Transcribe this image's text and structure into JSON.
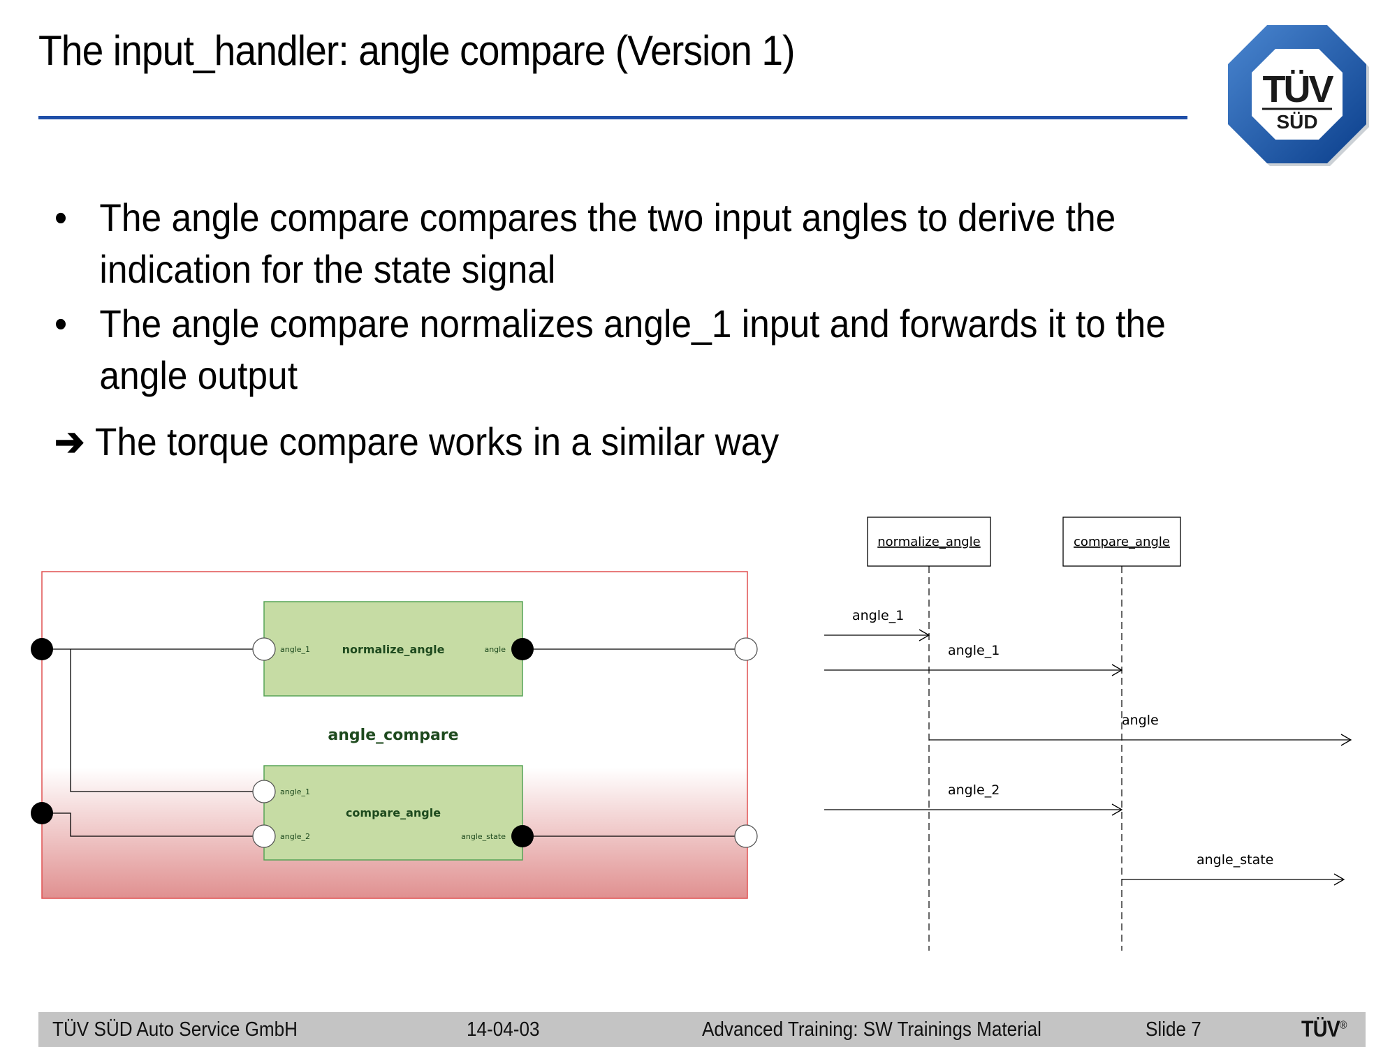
{
  "slide": {
    "title": "The input_handler: angle compare (Version 1)",
    "bullets": [
      "The angle compare compares the two input angles to derive the indication for the state signal",
      "The angle compare normalizes angle_1 input and forwards it to the angle output"
    ],
    "conclusion": "The torque compare works in a similar way"
  },
  "logo": {
    "line1": "TÜV",
    "line2": "SÜD"
  },
  "block_diagram": {
    "container_label": "angle_compare",
    "normalize_block": {
      "label": "normalize_angle",
      "in_port": "angle_1",
      "out_port": "angle"
    },
    "compare_block": {
      "label": "compare_angle",
      "in_port_1": "angle_1",
      "in_port_2": "angle_2",
      "out_port": "angle_state"
    }
  },
  "sequence_diagram": {
    "lifelines": [
      "normalize_angle",
      "compare_angle"
    ],
    "messages": {
      "m1": "angle_1",
      "m2": "angle_1",
      "m3": "angle",
      "m4": "angle_2",
      "m5": "angle_state"
    }
  },
  "footer": {
    "company": "TÜV SÜD Auto Service GmbH",
    "date": "14-04-03",
    "topic": "Advanced Training: SW Trainings Material",
    "slide": "Slide 7",
    "brand": "TÜV",
    "registered": "®"
  },
  "colors": {
    "accent_rule": "#1f4fa8",
    "container_border": "#e05050",
    "container_fill_bottom": "#e09090",
    "block_fill": "#c6dca4",
    "block_border": "#56a356",
    "footer_bg": "#c4c4c4"
  }
}
